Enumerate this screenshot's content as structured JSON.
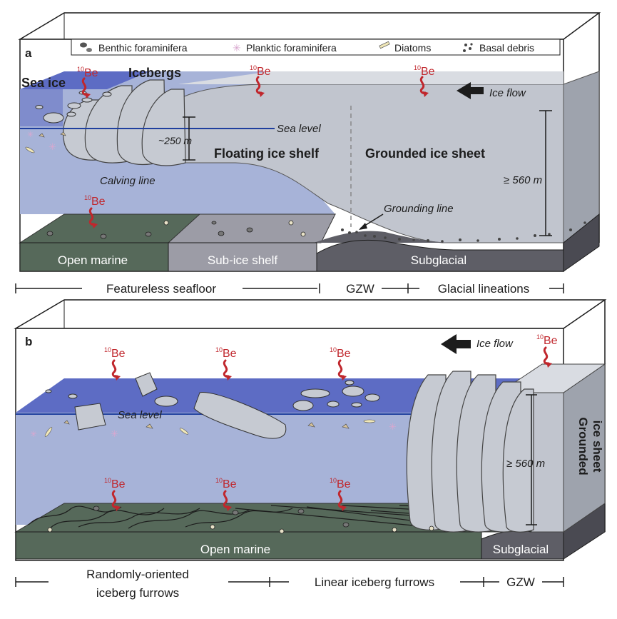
{
  "panel_a": {
    "letter": "a",
    "legend": {
      "benthic": "Benthic foraminifera",
      "planktic": "Planktic foraminifera",
      "diatoms": "Diatoms",
      "basal": "Basal debris"
    },
    "be10_base": "10",
    "be10_elem": "Be",
    "sea_ice": "Sea ice",
    "icebergs": "Icebergs",
    "ice_flow": "Ice flow",
    "sea_level": "Sea level",
    "depth_small": "~250 m",
    "floating": "Floating ice shelf",
    "grounded_sheet": "Grounded ice sheet",
    "calving": "Calving line",
    "depth_large": "≥ 560 m",
    "grounding_line": "Grounding line",
    "zones": [
      "Open marine",
      "Sub-ice shelf",
      "Subglacial"
    ],
    "bottom": {
      "left": "Featureless seafloor",
      "mid": "GZW",
      "right": "Glacial lineations"
    }
  },
  "panel_b": {
    "letter": "b",
    "be10_base": "10",
    "be10_elem": "Be",
    "ice_flow": "Ice flow",
    "sea_level": "Sea level",
    "depth_large": "≥ 560 m",
    "grounded_line1": "Grounded",
    "grounded_line2": "ice sheet",
    "zones": [
      "Open marine",
      "Subglacial"
    ],
    "bottom": {
      "left_line1": "Randomly-oriented",
      "left_line2": "iceberg furrows",
      "mid": "Linear iceberg furrows",
      "right": "GZW"
    }
  },
  "colors": {
    "water": "#a7b3d8",
    "water_top": "#5d6cc4",
    "ice": "#bfc4cd",
    "seafloor_open": "#56695a",
    "seafloor_shelf": "#9a9aa5",
    "seafloor_sub": "#5e5e66",
    "be10": "#c0272d"
  }
}
